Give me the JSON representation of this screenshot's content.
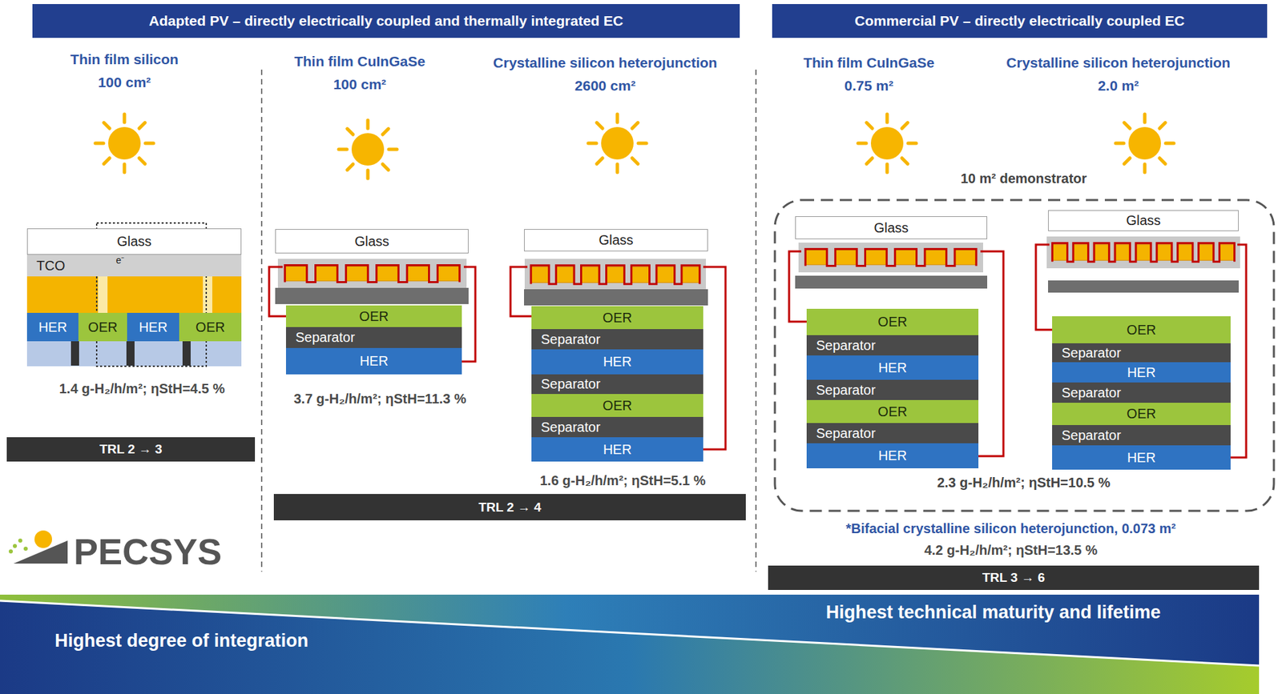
{
  "diagram": {
    "nodes": [
      {
        "text": [
          "Adapted PV – directly electrically coupled and thermally integrated EC"
        ]
      },
      {
        "text": [
          "Commercial PV – directly electrically coupled EC"
        ]
      },
      {
        "text": [
          "Glass"
        ]
      },
      {
        "text": [
          "TCO"
        ]
      },
      {
        "text": [
          "HER"
        ]
      },
      {
        "text": [
          "OER"
        ]
      },
      {
        "text": [
          "HER"
        ]
      },
      {
        "text": [
          "OER"
        ]
      },
      {
        "text": [
          "Glass"
        ]
      },
      {
        "text": [
          "OER"
        ]
      },
      {
        "text": [
          "Separator"
        ]
      },
      {
        "text": [
          "HER"
        ]
      },
      {
        "text": [
          "Glass"
        ]
      },
      {
        "text": [
          "OER"
        ]
      },
      {
        "text": [
          "Separator"
        ]
      },
      {
        "text": [
          "HER"
        ]
      },
      {
        "text": [
          "Separator"
        ]
      },
      {
        "text": [
          "OER"
        ]
      },
      {
        "text": [
          "Separator"
        ]
      },
      {
        "text": [
          "HER"
        ]
      },
      {
        "text": [
          "TRL 2 → 3"
        ]
      },
      {
        "text": [
          "TRL 2 → 4"
        ]
      },
      {
        "text": [
          "10 m² demonstrator",
          "2.3 g-H₂/h/m²; ηStH=10.5 %"
        ]
      },
      {
        "text": [
          "Glass"
        ],
        "in": 22
      },
      {
        "text": [
          "OER"
        ],
        "in": 22
      },
      {
        "text": [
          "Separator"
        ],
        "in": 22
      },
      {
        "text": [
          "HER"
        ],
        "in": 22
      },
      {
        "text": [
          "Separator"
        ],
        "in": 22
      },
      {
        "text": [
          "OER"
        ],
        "in": 22
      },
      {
        "text": [
          "Separator"
        ],
        "in": 22
      },
      {
        "text": [
          "HER"
        ],
        "in": 22
      },
      {
        "text": [
          "Glass"
        ],
        "in": 22
      },
      {
        "text": [
          "OER"
        ],
        "in": 22
      },
      {
        "text": [
          "Separator"
        ],
        "in": 22
      },
      {
        "text": [
          "HER"
        ],
        "in": 22
      },
      {
        "text": [
          "Separator"
        ],
        "in": 22
      },
      {
        "text": [
          "OER"
        ],
        "in": 22
      },
      {
        "text": [
          "Separator"
        ],
        "in": 22
      },
      {
        "text": [
          "HER"
        ],
        "in": 22
      },
      {
        "text": [
          "TRL 3 → 6"
        ]
      }
    ],
    "labels": [
      "Thin film silicon",
      "100 cm²",
      "Thin film CuInGaSe",
      "100 cm²",
      "Crystalline silicon heterojunction",
      "2600 cm²",
      "Thin film CuInGaSe",
      "0.75 m²",
      "Crystalline silicon heterojunction",
      "2.0 m²",
      "e⁻",
      "1.4 g-H₂/h/m²; ηStH=4.5 %",
      "3.7 g-H₂/h/m²; ηStH=11.3 %",
      "1.6 g-H₂/h/m²; ηStH=5.1 %",
      "*Bifacial crystalline silicon heterojunction, 0.073 m²",
      "4.2 g-H₂/h/m²; ηStH=13.5 %",
      "PECSYS",
      "Highest technical maturity and lifetime",
      "Highest degree of integration"
    ]
  }
}
